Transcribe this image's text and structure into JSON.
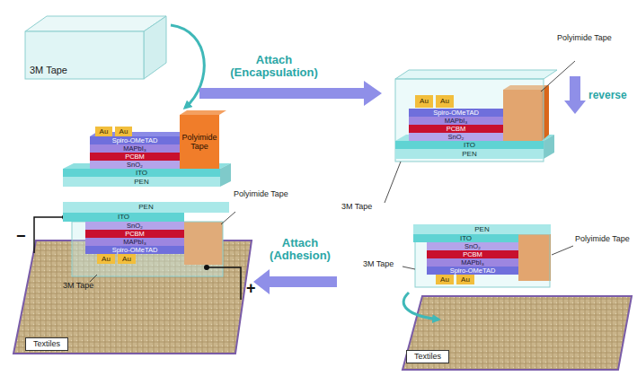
{
  "diagram": {
    "nodes": [
      {
        "text": [
          "3M Tape"
        ]
      },
      {
        "text": [
          "Au"
        ]
      },
      {
        "text": [
          "Au"
        ]
      },
      {
        "text": [
          "Spiro-OMeTAD"
        ]
      },
      {
        "text": [
          "MAPbI₃"
        ]
      },
      {
        "text": [
          "PCBM"
        ]
      },
      {
        "text": [
          "SnO₂"
        ]
      },
      {
        "text": [
          "ITO"
        ]
      },
      {
        "text": [
          "PEN"
        ]
      },
      {
        "text": [
          "Polyimide Tape"
        ]
      },
      {
        "text": [
          "Au"
        ]
      },
      {
        "text": [
          "Au"
        ]
      },
      {
        "text": [
          "Spiro-OMeTAD"
        ]
      },
      {
        "text": [
          "MAPbI₃"
        ]
      },
      {
        "text": [
          "PCBM"
        ]
      },
      {
        "text": [
          "SnO₂"
        ]
      },
      {
        "text": [
          "ITO"
        ]
      },
      {
        "text": [
          "PEN"
        ]
      },
      {
        "text": [
          "PEN"
        ]
      },
      {
        "text": [
          "ITO"
        ]
      },
      {
        "text": [
          "SnO₂"
        ]
      },
      {
        "text": [
          "PCBM"
        ]
      },
      {
        "text": [
          "MAPbI₃"
        ]
      },
      {
        "text": [
          "Spiro-OMeTAD"
        ]
      },
      {
        "text": [
          "Au"
        ]
      },
      {
        "text": [
          "Au"
        ]
      },
      {
        "text": [
          "Textiles"
        ]
      },
      {
        "text": [
          "PEN"
        ]
      },
      {
        "text": [
          "ITO"
        ]
      },
      {
        "text": [
          "SnO₂"
        ]
      },
      {
        "text": [
          "PCBM"
        ]
      },
      {
        "text": [
          "MAPbI₃"
        ]
      },
      {
        "text": [
          "Spiro-OMeTAD"
        ]
      },
      {
        "text": [
          "Au"
        ]
      },
      {
        "text": [
          "Au"
        ]
      },
      {
        "text": [
          "Textiles"
        ]
      }
    ],
    "labels": [
      "Attach (Encapsulation)",
      "reverse",
      "Attach (Adhesion)",
      "Polyimide Tape",
      "3M Tape",
      "Polyimide Tape",
      "3M Tape",
      "Polyimide Tape",
      "3M Tape",
      "−",
      "+"
    ]
  }
}
